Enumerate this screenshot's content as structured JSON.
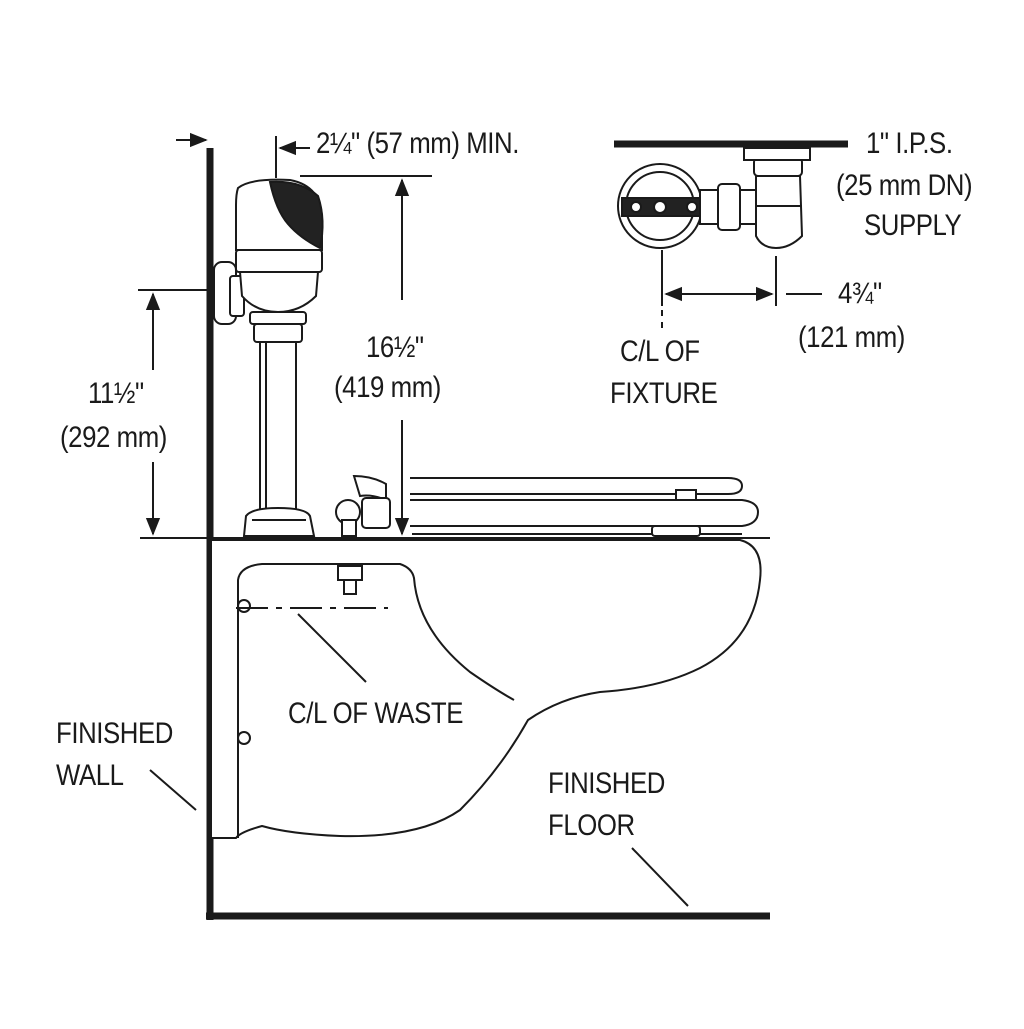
{
  "labels": {
    "valve_clearance": "2¼\" (57 mm) MIN.",
    "supply_line1": "1\" I.P.S.",
    "supply_line2": "(25 mm DN)",
    "supply_line3": "SUPPLY",
    "offset_line1": "4¾\"",
    "offset_line2": "(121 mm)",
    "fixture_cl_line1": "C/L OF",
    "fixture_cl_line2": "FIXTURE",
    "height_full_line1": "16½\"",
    "height_full_line2": "(419 mm)",
    "height_valve_line1": "11½\"",
    "height_valve_line2": "(292 mm)",
    "waste_cl": "C/L OF WASTE",
    "wall_line1": "FINISHED",
    "wall_line2": "WALL",
    "floor_line1": "FINISHED",
    "floor_line2": "FLOOR"
  },
  "colors": {
    "ink": "#1a1a1a",
    "valve_cap": "#222222",
    "background": "#ffffff"
  }
}
